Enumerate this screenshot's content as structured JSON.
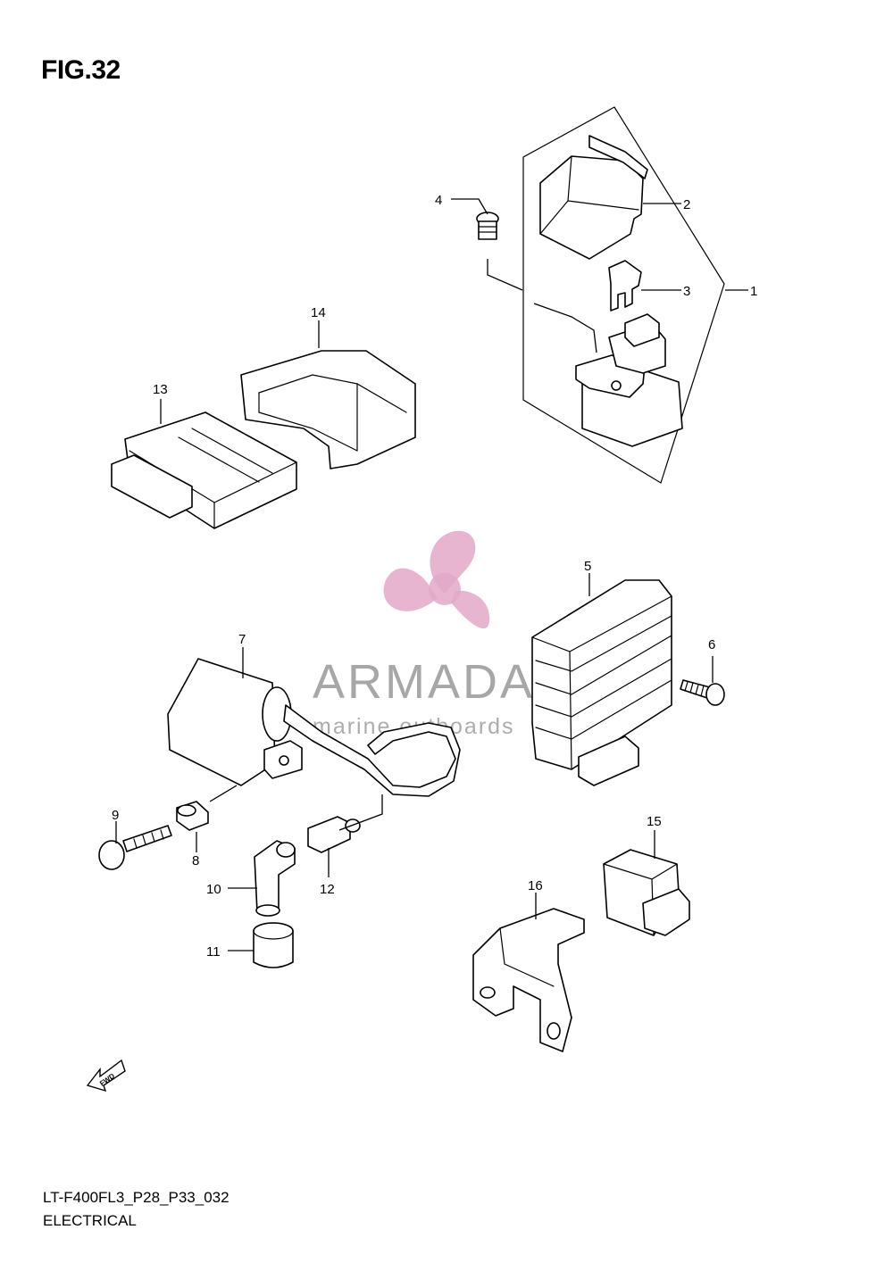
{
  "figure": {
    "title": "FIG.32",
    "code": "LT-F400FL3_P28_P33_032",
    "section": "ELECTRICAL"
  },
  "callouts": [
    "1",
    "2",
    "3",
    "4",
    "5",
    "6",
    "7",
    "8",
    "9",
    "10",
    "11",
    "12",
    "13",
    "14",
    "15",
    "16"
  ],
  "watermark": {
    "brand": "ARMADA",
    "tagline": "marine outboards",
    "color": "#e3a8c8"
  },
  "fwd_label": "FWD"
}
